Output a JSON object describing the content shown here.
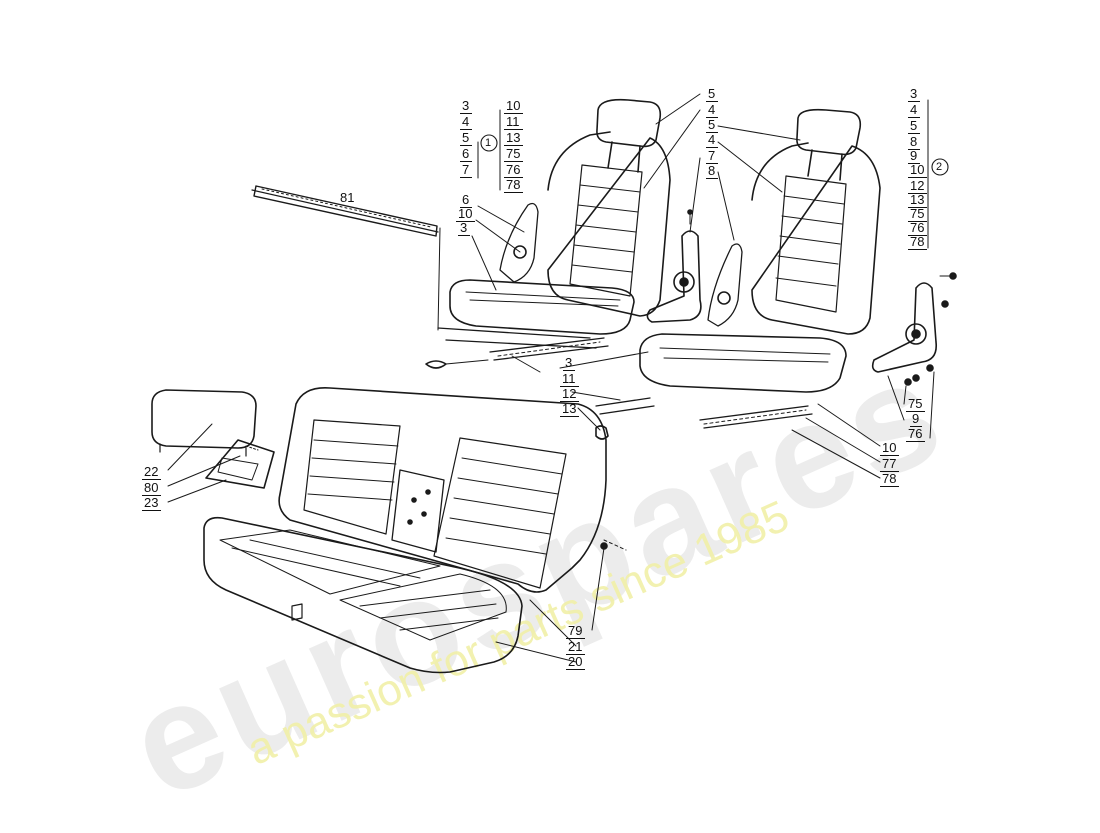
{
  "watermark": {
    "logo": "eurospares",
    "tagline": "a passion for parts since 1985",
    "logo_color": "#e6e6e6",
    "tagline_color": "#f0ef9c"
  },
  "callouts": {
    "group1_left": [
      "3",
      "4",
      "5",
      "6",
      "7"
    ],
    "group1_marker": "1",
    "group1_right": [
      "10",
      "11",
      "13",
      "75",
      "76",
      "78"
    ],
    "group2": [
      "3",
      "4",
      "5",
      "8",
      "9",
      "10",
      "12",
      "13",
      "75",
      "76",
      "78"
    ],
    "group2_marker": "2",
    "rod": "81",
    "frame_left": [
      "6",
      "10",
      "3"
    ],
    "seat_mid_top": [
      "5",
      "4",
      "5",
      "4",
      "7",
      "8"
    ],
    "rail_left": [
      "3",
      "11",
      "12",
      "13"
    ],
    "rail_right": [
      "10",
      "77",
      "78"
    ],
    "hinge_right": [
      "75",
      "9",
      "76"
    ],
    "headrest_rear": [
      "22",
      "80",
      "23"
    ],
    "rear_bench": [
      "79",
      "21",
      "20"
    ]
  }
}
